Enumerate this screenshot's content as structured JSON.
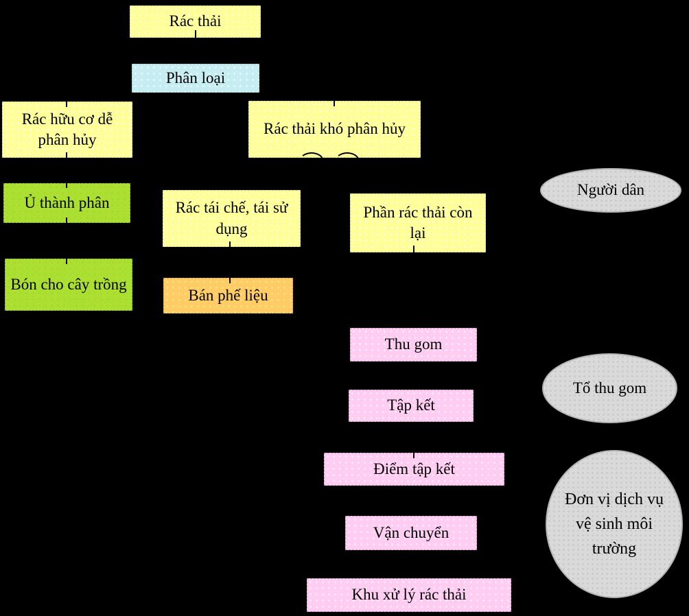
{
  "diagram": {
    "background": "#000000",
    "text_color": "#000000",
    "colors": {
      "yellow": "#FFFF99",
      "blue": "#C6EEF2",
      "green": "#A9E032",
      "orange": "#FFCC66",
      "pink": "#FFCCF2",
      "gray": "#D9D9D9"
    }
  },
  "nodes": [
    {
      "id": "rac-thai",
      "label": "Rác thải",
      "shape": "rect",
      "fill": "#FFFF99"
    },
    {
      "id": "phan-loai",
      "label": "Phân loại",
      "shape": "rect",
      "fill": "#C6EEF2"
    },
    {
      "id": "rac-huu-co",
      "label": "Rác hữu cơ dễ phân hủy",
      "shape": "rect",
      "fill": "#FFFF99"
    },
    {
      "id": "rac-thai-kho",
      "label": "Rác thải khó phân hủy",
      "shape": "rect",
      "fill": "#FFFF99"
    },
    {
      "id": "u-thanh-phan",
      "label": "Ủ thành phân",
      "shape": "rect",
      "fill": "#A9E032"
    },
    {
      "id": "rac-tai-che",
      "label": "Rác tái chế, tái sử dụng",
      "shape": "rect",
      "fill": "#FFFF99"
    },
    {
      "id": "phan-rac-con-lai",
      "label": "Phần rác thải còn lại",
      "shape": "rect",
      "fill": "#FFFF99"
    },
    {
      "id": "nguoi-dan",
      "label": "Người dân",
      "shape": "ellipse",
      "fill": "#D9D9D9"
    },
    {
      "id": "bon-cho-cay",
      "label": "Bón cho cây trồng",
      "shape": "rect",
      "fill": "#A9E032"
    },
    {
      "id": "ban-phe-lieu",
      "label": "Bán phế liệu",
      "shape": "rect",
      "fill": "#FFCC66"
    },
    {
      "id": "thu-gom",
      "label": "Thu gom",
      "shape": "rect",
      "fill": "#FFCCF2"
    },
    {
      "id": "tap-ket",
      "label": "Tập kết",
      "shape": "rect",
      "fill": "#FFCCF2"
    },
    {
      "id": "to-thu-gom",
      "label": "Tổ thu gom",
      "shape": "ellipse",
      "fill": "#D9D9D9"
    },
    {
      "id": "diem-tap-ket",
      "label": "Điểm tập kết",
      "shape": "rect",
      "fill": "#FFCCF2"
    },
    {
      "id": "van-chuyen",
      "label": "Vận chuyển",
      "shape": "rect",
      "fill": "#FFCCF2"
    },
    {
      "id": "khu-xu-ly",
      "label": "Khu xử lý rác thải",
      "shape": "rect",
      "fill": "#FFCCF2"
    },
    {
      "id": "don-vi-dich-vu",
      "label": "Đơn vị dịch vụ vệ sinh môi trường",
      "shape": "circle",
      "fill": "#D9D9D9"
    }
  ],
  "edges": [
    {
      "from": "rac-thai",
      "to": "phan-loai"
    },
    {
      "from": "phan-loai",
      "to": "rac-huu-co"
    },
    {
      "from": "phan-loai",
      "to": "rac-thai-kho"
    },
    {
      "from": "rac-huu-co",
      "to": "u-thanh-phan"
    },
    {
      "from": "u-thanh-phan",
      "to": "bon-cho-cay"
    },
    {
      "from": "rac-thai-kho",
      "to": "rac-tai-che"
    },
    {
      "from": "rac-thai-kho",
      "to": "phan-rac-con-lai"
    },
    {
      "from": "rac-tai-che",
      "to": "ban-phe-lieu"
    },
    {
      "from": "phan-rac-con-lai",
      "to": "thu-gom"
    },
    {
      "from": "thu-gom",
      "to": "tap-ket"
    },
    {
      "from": "tap-ket",
      "to": "diem-tap-ket"
    },
    {
      "from": "diem-tap-ket",
      "to": "van-chuyen"
    },
    {
      "from": "van-chuyen",
      "to": "khu-xu-ly"
    }
  ]
}
